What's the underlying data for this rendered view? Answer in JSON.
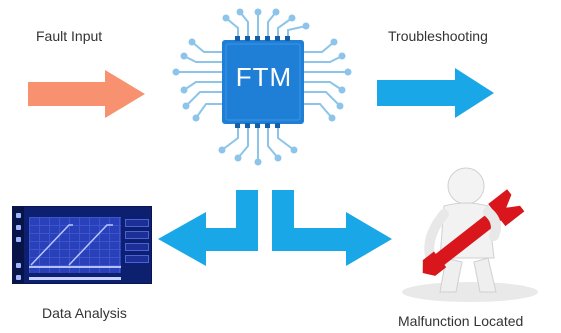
{
  "labels": {
    "fault_input": "Fault Input",
    "troubleshooting": "Troubleshooting",
    "data_analysis": "Data Analysis",
    "malfunction_located": "Malfunction Located"
  },
  "chip": {
    "text": "FTM"
  },
  "colors": {
    "input_arrow": "#f7916f",
    "output_arrow": "#1aa7e8",
    "chip_body": "#1f7fd6",
    "chip_traces": "#8dc4ea",
    "wrench": "#d8161b"
  },
  "icons": {
    "chip": "microchip-icon",
    "screenshot": "data-analysis-screenshot",
    "figure": "person-with-wrench-icon"
  }
}
